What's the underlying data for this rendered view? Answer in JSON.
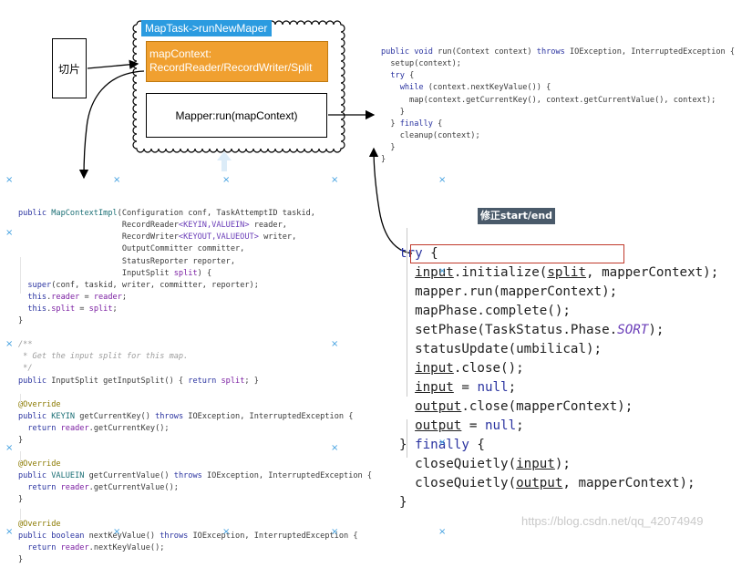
{
  "maptask_label": "MapTask->runNewMaper",
  "map_context_box": [
    "mapContext:",
    "RecordReader/RecordWriter/Split"
  ],
  "mapper_run_box": "Mapper:run(mapContext)",
  "split_label": "切片",
  "fix_badge": "修正start/end",
  "watermark": "https://blog.csdn.net/qq_42074949",
  "run_method_code": [
    "public void run(Context context) throws IOException, InterruptedException {",
    "  setup(context);",
    "  try {",
    "    while (context.nextKeyValue()) {",
    "      map(context.getCurrentKey(), context.getCurrentValue(), context);",
    "    }",
    "  } finally {",
    "    cleanup(context);",
    "  }",
    "}"
  ],
  "map_context_code": [
    "public MapContextImpl(Configuration conf, TaskAttemptID taskid,",
    "                      RecordReader<KEYIN,VALUEIN> reader,",
    "                      RecordWriter<KEYOUT,VALUEOUT> writer,",
    "                      OutputCommitter committer,",
    "                      StatusReporter reporter,",
    "                      InputSplit split) {",
    "  super(conf, taskid, writer, committer, reporter);",
    "  this.reader = reader;",
    "  this.split = split;",
    "}",
    "",
    "/**",
    " * Get the input split for this map.",
    " */",
    "public InputSplit getInputSplit() { return split; }",
    "",
    "@Override",
    "public KEYIN getCurrentKey() throws IOException, InterruptedException {",
    "  return reader.getCurrentKey();",
    "}",
    "",
    "@Override",
    "public VALUEIN getCurrentValue() throws IOException, InterruptedException {",
    "  return reader.getCurrentValue();",
    "}",
    "",
    "@Override",
    "public boolean nextKeyValue() throws IOException, InterruptedException {",
    "  return reader.nextKeyValue();",
    "}"
  ],
  "try_block_code": [
    "try {",
    "  input.initialize(split, mapperContext);",
    "  mapper.run(mapperContext);",
    "  mapPhase.complete();",
    "  setPhase(TaskStatus.Phase.SORT);",
    "  statusUpdate(umbilical);",
    "  input.close();",
    "  input = null;",
    "  output.close(mapperContext);",
    "  output = null;",
    "} finally {",
    "  closeQuietly(input);",
    "  closeQuietly(output, mapperContext);",
    "}"
  ]
}
